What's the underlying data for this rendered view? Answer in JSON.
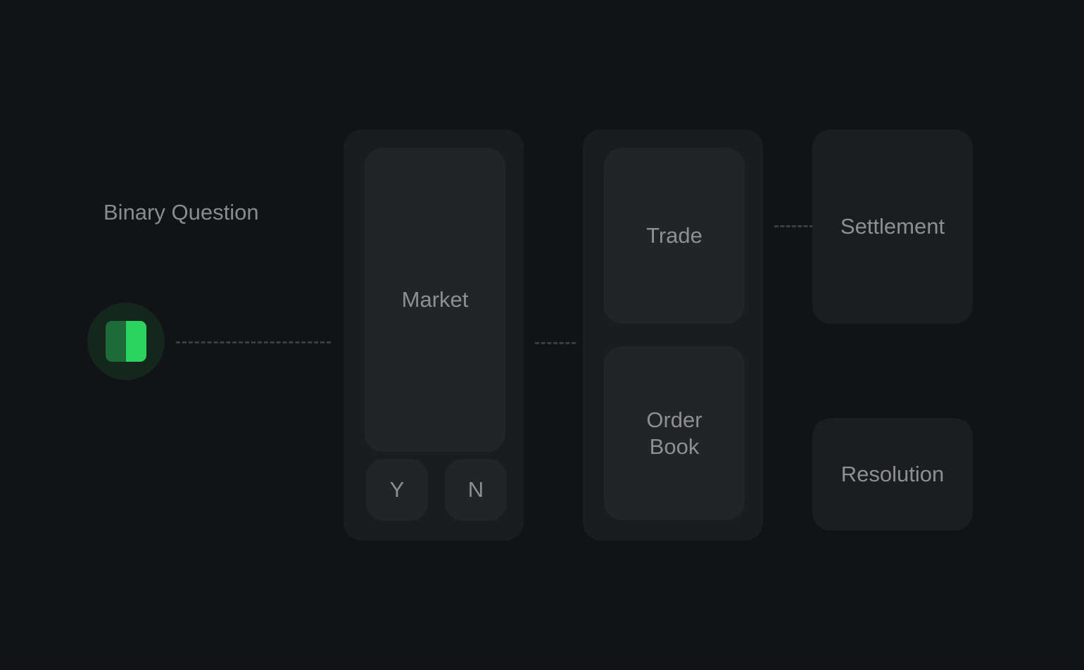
{
  "question": {
    "label": "Binary Question",
    "icon": "toggle-icon",
    "colors": {
      "badge_bg": "#15271d",
      "left": "#1e6b3a",
      "right": "#2bd45e"
    }
  },
  "market": {
    "label": "Market",
    "outcomes": {
      "yes": "Y",
      "no": "N"
    }
  },
  "exchange": {
    "trade": "Trade",
    "order_book": "Order Book"
  },
  "outcome": {
    "settlement": "Settlement",
    "resolution": "Resolution"
  },
  "colors": {
    "background": "#121317",
    "panel": "#1b1c20",
    "card": "#232428",
    "text": "#8e8f93",
    "connector": "#3c3d42"
  }
}
